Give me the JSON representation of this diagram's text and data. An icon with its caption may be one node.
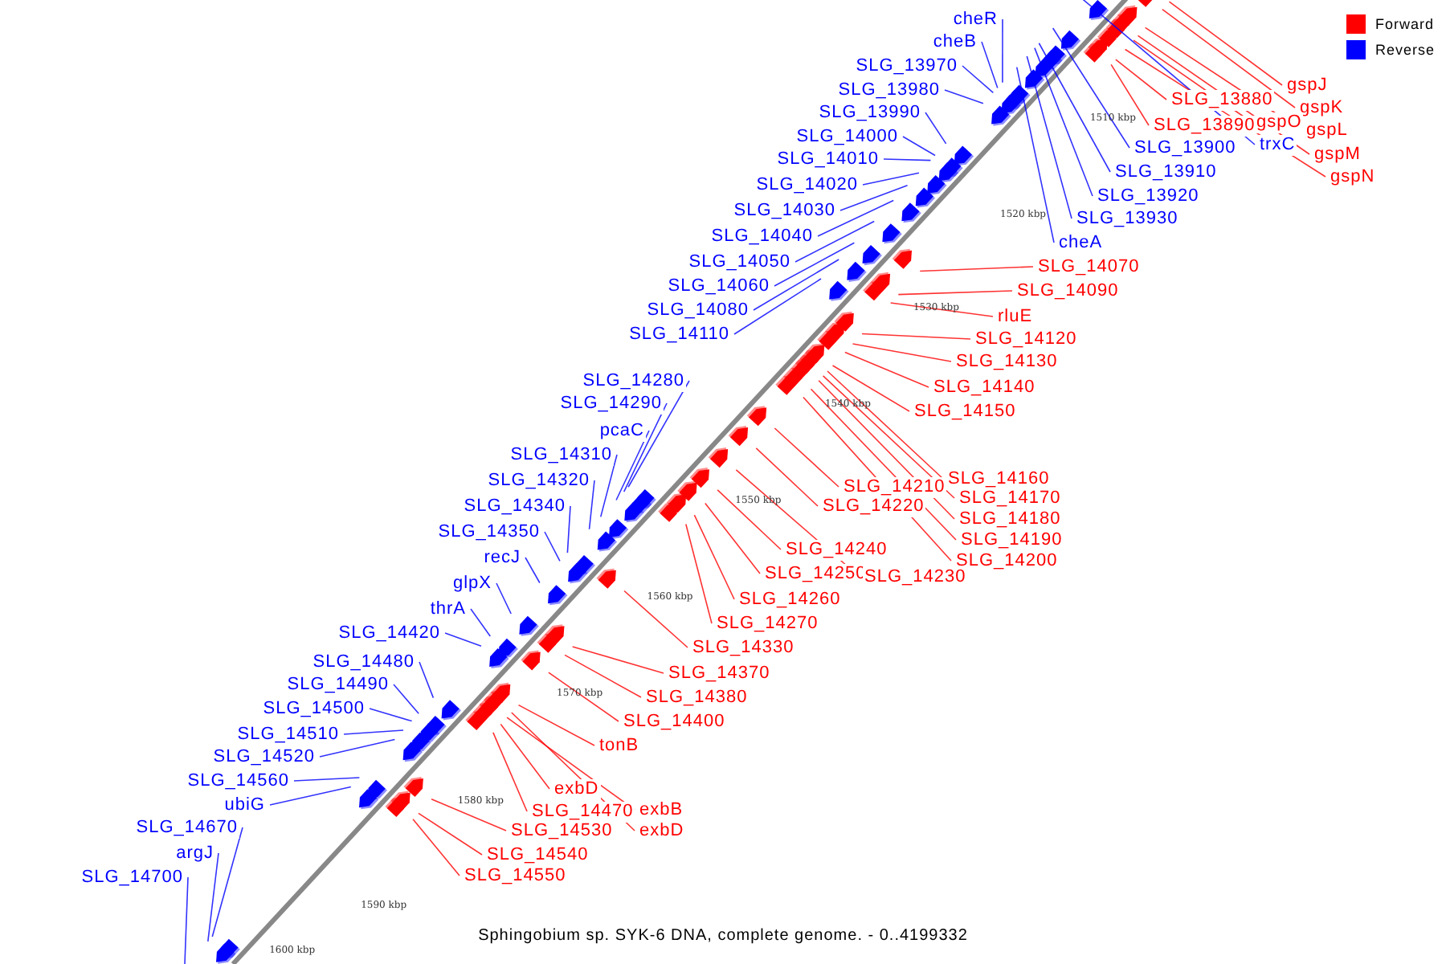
{
  "diagram": {
    "caption": "Sphingobium sp. SYK-6 DNA, complete genome. - 0..4199332",
    "nodes": [
      {
        "text": [
          "cheR"
        ]
      },
      {
        "text": [
          "gspJ"
        ]
      },
      {
        "text": [
          "cheB"
        ]
      },
      {
        "text": [
          "SLG_13970"
        ]
      },
      {
        "text": [
          "gspK"
        ]
      },
      {
        "text": [
          "SLG_13980"
        ]
      },
      {
        "text": [
          "SLG_13880"
        ]
      },
      {
        "text": [
          "gspL"
        ]
      },
      {
        "text": [
          "gspO"
        ]
      },
      {
        "text": [
          "SLG_13890"
        ]
      },
      {
        "text": [
          "SLG_13990"
        ]
      },
      {
        "text": [
          "SLG_14000"
        ]
      },
      {
        "text": [
          "trxC"
        ]
      },
      {
        "text": [
          "SLG_13900"
        ]
      },
      {
        "text": [
          "gspM"
        ]
      },
      {
        "text": [
          "SLG_14010"
        ]
      },
      {
        "text": [
          "SLG_13910"
        ]
      },
      {
        "text": [
          "gspN"
        ]
      },
      {
        "text": [
          "SLG_14020"
        ]
      },
      {
        "text": [
          "SLG_13920"
        ]
      },
      {
        "text": [
          "SLG_14030"
        ]
      },
      {
        "text": [
          "SLG_13930"
        ]
      },
      {
        "text": [
          "SLG_14040"
        ]
      },
      {
        "text": [
          "cheA"
        ]
      },
      {
        "text": [
          "SLG_14050"
        ]
      },
      {
        "text": [
          "SLG_14070"
        ]
      },
      {
        "text": [
          "SLG_14060"
        ]
      },
      {
        "text": [
          "SLG_14090"
        ]
      },
      {
        "text": [
          "SLG_14080"
        ]
      },
      {
        "text": [
          "rluE"
        ]
      },
      {
        "text": [
          "SLG_14110"
        ]
      },
      {
        "text": [
          "SLG_14120"
        ]
      },
      {
        "text": [
          "SLG_14130"
        ]
      },
      {
        "text": [
          "SLG_14280"
        ]
      },
      {
        "text": [
          "SLG_14140"
        ]
      },
      {
        "text": [
          "SLG_14290"
        ]
      },
      {
        "text": [
          "SLG_14150"
        ]
      },
      {
        "text": [
          "pcaC"
        ]
      },
      {
        "text": [
          "SLG_14310"
        ]
      },
      {
        "text": [
          "SLG_14160"
        ]
      },
      {
        "text": [
          "SLG_14210"
        ]
      },
      {
        "text": [
          "SLG_14320"
        ]
      },
      {
        "text": [
          "SLG_14170"
        ]
      },
      {
        "text": [
          "SLG_14220"
        ]
      },
      {
        "text": [
          "SLG_14180"
        ]
      },
      {
        "text": [
          "SLG_14340"
        ]
      },
      {
        "text": [
          "SLG_14190"
        ]
      },
      {
        "text": [
          "SLG_14240"
        ]
      },
      {
        "text": [
          "SLG_14200"
        ]
      },
      {
        "text": [
          "SLG_14350"
        ]
      },
      {
        "text": [
          "SLG_14250"
        ]
      },
      {
        "text": [
          "SLG_14230"
        ]
      },
      {
        "text": [
          "recJ"
        ]
      },
      {
        "text": [
          "SLG_14260"
        ]
      },
      {
        "text": [
          "glpX"
        ]
      },
      {
        "text": [
          "SLG_14270"
        ]
      },
      {
        "text": [
          "thrA"
        ]
      },
      {
        "text": [
          "SLG_14420"
        ]
      },
      {
        "text": [
          "SLG_14330"
        ]
      },
      {
        "text": [
          "SLG_14480"
        ]
      },
      {
        "text": [
          "SLG_14370"
        ]
      },
      {
        "text": [
          "SLG_14490"
        ]
      },
      {
        "text": [
          "SLG_14380"
        ]
      },
      {
        "text": [
          "SLG_14500"
        ]
      },
      {
        "text": [
          "SLG_14400"
        ]
      },
      {
        "text": [
          "SLG_14510"
        ]
      },
      {
        "text": [
          "tonB"
        ]
      },
      {
        "text": [
          "SLG_14520"
        ]
      },
      {
        "text": [
          "SLG_14560"
        ]
      },
      {
        "text": [
          "exbD"
        ]
      },
      {
        "text": [
          "ubiG"
        ]
      },
      {
        "text": [
          "SLG_14470"
        ]
      },
      {
        "text": [
          "exbB"
        ]
      },
      {
        "text": [
          "SLG_14670"
        ]
      },
      {
        "text": [
          "SLG_14530"
        ]
      },
      {
        "text": [
          "exbD"
        ]
      },
      {
        "text": [
          "argJ"
        ]
      },
      {
        "text": [
          "SLG_14540"
        ]
      },
      {
        "text": [
          "SLG_14700"
        ]
      },
      {
        "text": [
          "SLG_14550"
        ]
      }
    ],
    "edges": [
      {
        "from": 0,
        "to": null,
        "arrow": "none"
      },
      {
        "from": 1,
        "to": null,
        "arrow": "none",
        "color": "#ff0000"
      },
      {
        "from": 2,
        "to": null,
        "arrow": "none"
      },
      {
        "from": 3,
        "to": null,
        "arrow": "none"
      },
      {
        "from": 4,
        "to": null,
        "arrow": "none",
        "color": "#ff0000"
      },
      {
        "from": 5,
        "to": null,
        "arrow": "none"
      },
      {
        "from": 6,
        "to": null,
        "arrow": "none",
        "color": "#ff0000"
      },
      {
        "from": 7,
        "to": null,
        "arrow": "none",
        "color": "#ff0000"
      },
      {
        "from": 8,
        "to": null,
        "arrow": "none",
        "color": "#ff0000"
      },
      {
        "from": 9,
        "to": null,
        "arrow": "none",
        "color": "#ff0000"
      },
      {
        "from": 10,
        "to": null,
        "arrow": "none"
      },
      {
        "from": 11,
        "to": null,
        "arrow": "none"
      },
      {
        "from": 12,
        "to": null,
        "arrow": "none"
      },
      {
        "from": 13,
        "to": null,
        "arrow": "none"
      },
      {
        "from": 14,
        "to": null,
        "arrow": "none",
        "color": "#ff0000"
      },
      {
        "from": 15,
        "to": null,
        "arrow": "none"
      },
      {
        "from": 16,
        "to": null,
        "arrow": "none"
      },
      {
        "from": 17,
        "to": null,
        "arrow": "none",
        "color": "#ff0000"
      },
      {
        "from": 18,
        "to": null,
        "arrow": "none"
      },
      {
        "from": 19,
        "to": null,
        "arrow": "none"
      },
      {
        "from": 20,
        "to": null,
        "arrow": "none"
      },
      {
        "from": 21,
        "to": null,
        "arrow": "none"
      },
      {
        "from": 22,
        "to": null,
        "arrow": "none"
      },
      {
        "from": 23,
        "to": null,
        "arrow": "none"
      },
      {
        "from": 24,
        "to": null,
        "arrow": "none"
      },
      {
        "from": 25,
        "to": null,
        "arrow": "none",
        "color": "#ff0000"
      },
      {
        "from": 26,
        "to": null,
        "arrow": "none"
      },
      {
        "from": 27,
        "to": null,
        "arrow": "none",
        "color": "#ff0000"
      },
      {
        "from": 28,
        "to": null,
        "arrow": "none"
      },
      {
        "from": 29,
        "to": null,
        "arrow": "none",
        "color": "#ff0000"
      },
      {
        "from": 30,
        "to": null,
        "arrow": "none"
      },
      {
        "from": 31,
        "to": null,
        "arrow": "none",
        "color": "#ff0000"
      },
      {
        "from": 32,
        "to": null,
        "arrow": "none",
        "color": "#ff0000"
      },
      {
        "from": 33,
        "to": null,
        "arrow": "none"
      },
      {
        "from": 34,
        "to": null,
        "arrow": "none",
        "color": "#ff0000"
      },
      {
        "from": 35,
        "to": null,
        "arrow": "none"
      },
      {
        "from": 36,
        "to": null,
        "arrow": "none",
        "color": "#ff0000"
      },
      {
        "from": 37,
        "to": null,
        "arrow": "none"
      },
      {
        "from": 38,
        "to": null,
        "arrow": "none"
      },
      {
        "from": 39,
        "to": null,
        "arrow": "none",
        "color": "#ff0000"
      },
      {
        "from": 40,
        "to": null,
        "arrow": "none",
        "color": "#ff0000"
      },
      {
        "from": 41,
        "to": null,
        "arrow": "none"
      },
      {
        "from": 42,
        "to": null,
        "arrow": "none",
        "color": "#ff0000"
      },
      {
        "from": 43,
        "to": null,
        "arrow": "none",
        "color": "#ff0000"
      },
      {
        "from": 44,
        "to": null,
        "arrow": "none",
        "color": "#ff0000"
      },
      {
        "from": 45,
        "to": null,
        "arrow": "none"
      },
      {
        "from": 46,
        "to": null,
        "arrow": "none",
        "color": "#ff0000"
      },
      {
        "from": 47,
        "to": null,
        "arrow": "none",
        "color": "#ff0000"
      },
      {
        "from": 48,
        "to": null,
        "arrow": "none",
        "color": "#ff0000"
      },
      {
        "from": 49,
        "to": null,
        "arrow": "none"
      },
      {
        "from": 50,
        "to": null,
        "arrow": "none",
        "color": "#ff0000"
      },
      {
        "from": 51,
        "to": null,
        "arrow": "none",
        "color": "#ff0000"
      },
      {
        "from": 52,
        "to": null,
        "arrow": "none"
      },
      {
        "from": 53,
        "to": null,
        "arrow": "none",
        "color": "#ff0000"
      },
      {
        "from": 54,
        "to": null,
        "arrow": "none"
      },
      {
        "from": 55,
        "to": null,
        "arrow": "none",
        "color": "#ff0000"
      },
      {
        "from": 56,
        "to": null,
        "arrow": "none"
      },
      {
        "from": 57,
        "to": null,
        "arrow": "none"
      },
      {
        "from": 58,
        "to": null,
        "arrow": "none",
        "color": "#ff0000"
      },
      {
        "from": 59,
        "to": null,
        "arrow": "none"
      },
      {
        "from": 60,
        "to": null,
        "arrow": "none",
        "color": "#ff0000"
      },
      {
        "from": 61,
        "to": null,
        "arrow": "none"
      },
      {
        "from": 62,
        "to": null,
        "arrow": "none",
        "color": "#ff0000"
      },
      {
        "from": 63,
        "to": null,
        "arrow": "none"
      },
      {
        "from": 64,
        "to": null,
        "arrow": "none",
        "color": "#ff0000"
      },
      {
        "from": 65,
        "to": null,
        "arrow": "none"
      },
      {
        "from": 66,
        "to": null,
        "arrow": "none",
        "color": "#ff0000"
      },
      {
        "from": 67,
        "to": null,
        "arrow": "none"
      },
      {
        "from": 68,
        "to": null,
        "arrow": "none"
      },
      {
        "from": 69,
        "to": null,
        "arrow": "none",
        "color": "#ff0000"
      },
      {
        "from": 70,
        "to": null,
        "arrow": "none"
      },
      {
        "from": 71,
        "to": null,
        "arrow": "none",
        "color": "#ff0000"
      },
      {
        "from": 72,
        "to": null,
        "arrow": "none",
        "color": "#ff0000"
      },
      {
        "from": 73,
        "to": null,
        "arrow": "none"
      },
      {
        "from": 74,
        "to": null,
        "arrow": "none",
        "color": "#ff0000"
      },
      {
        "from": 75,
        "to": null,
        "arrow": "none",
        "color": "#ff0000"
      },
      {
        "from": 76,
        "to": null,
        "arrow": "none"
      },
      {
        "from": 77,
        "to": null,
        "arrow": "none",
        "color": "#ff0000"
      },
      {
        "from": 78,
        "to": null,
        "arrow": "none"
      },
      {
        "from": 79,
        "to": null,
        "arrow": "none",
        "color": "#ff0000"
      }
    ],
    "labels": [
      "1510 kbp",
      "1520 kbp",
      "1530 kbp",
      "1540 kbp",
      "1550 kbp",
      "1560 kbp",
      "1570 kbp",
      "1580 kbp",
      "1590 kbp",
      "1600 kbp"
    ],
    "legend": [
      {
        "text": "Forward",
        "color": "#ff0000"
      },
      {
        "text": "Reverse",
        "color": "#0000ff"
      }
    ]
  }
}
